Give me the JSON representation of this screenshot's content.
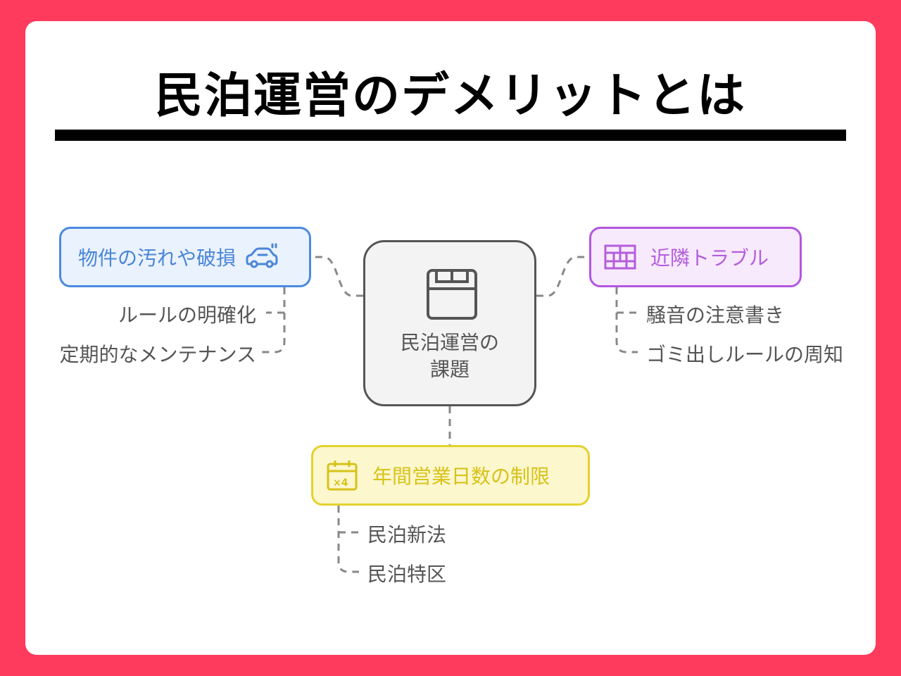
{
  "title": "民泊運営のデメリットとは",
  "colors": {
    "background": "#fe3a5d",
    "card": "#ffffff",
    "blue": "#4a8ae0",
    "purple": "#b356df",
    "yellow": "#e4d12e",
    "center_border": "#555555"
  },
  "center": {
    "icon": "bed-icon",
    "label_line1": "民泊運営の",
    "label_line2": "課題"
  },
  "branches": [
    {
      "label": "物件の汚れや破損",
      "icon": "car-wash-icon",
      "color": "blue",
      "children": [
        "ルールの明確化",
        "定期的なメンテナンス"
      ]
    },
    {
      "label": "近隣トラブル",
      "icon": "building-wall-icon",
      "color": "purple",
      "children": [
        "騒音の注意書き",
        "ゴミ出しルールの周知"
      ]
    },
    {
      "label": "年間営業日数の制限",
      "icon": "calendar-x4-icon",
      "color": "yellow",
      "children": [
        "民泊新法",
        "民泊特区"
      ]
    }
  ]
}
